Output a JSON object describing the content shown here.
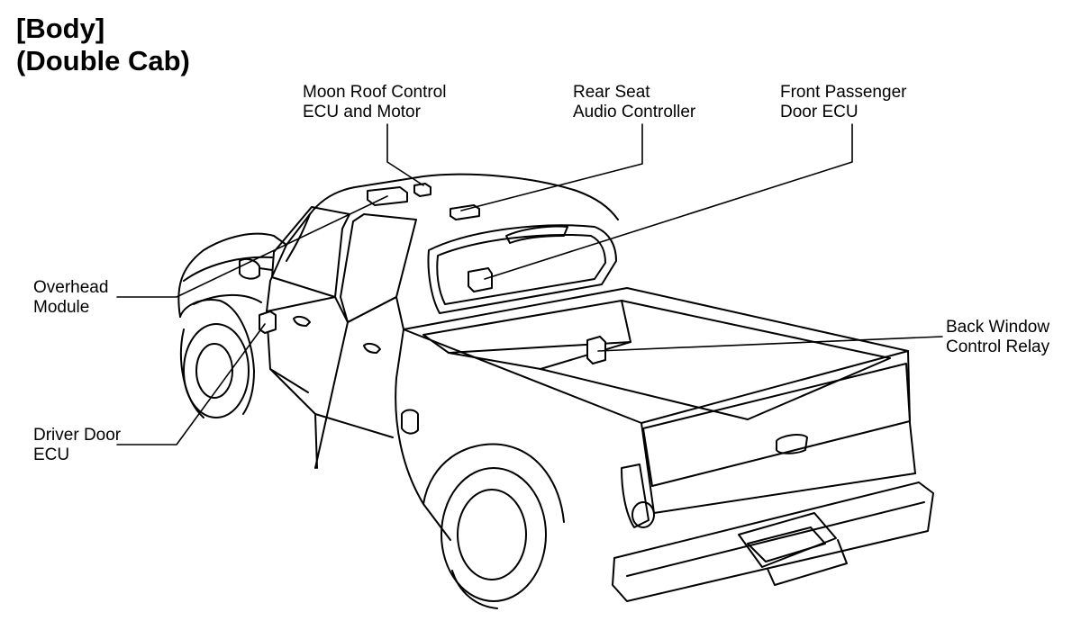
{
  "title": {
    "line1": "[Body]",
    "line2": "(Double Cab)"
  },
  "callouts": {
    "moon_roof": {
      "line1": "Moon Roof Control",
      "line2": "ECU and Motor"
    },
    "rear_seat_audio": {
      "line1": "Rear Seat",
      "line2": "Audio Controller"
    },
    "front_passenger_door": {
      "line1": "Front Passenger",
      "line2": "Door ECU"
    },
    "overhead_module": {
      "line1": "Overhead",
      "line2": "Module"
    },
    "back_window_relay": {
      "line1": "Back Window",
      "line2": "Control Relay"
    },
    "driver_door": {
      "line1": "Driver Door",
      "line2": "ECU"
    }
  }
}
